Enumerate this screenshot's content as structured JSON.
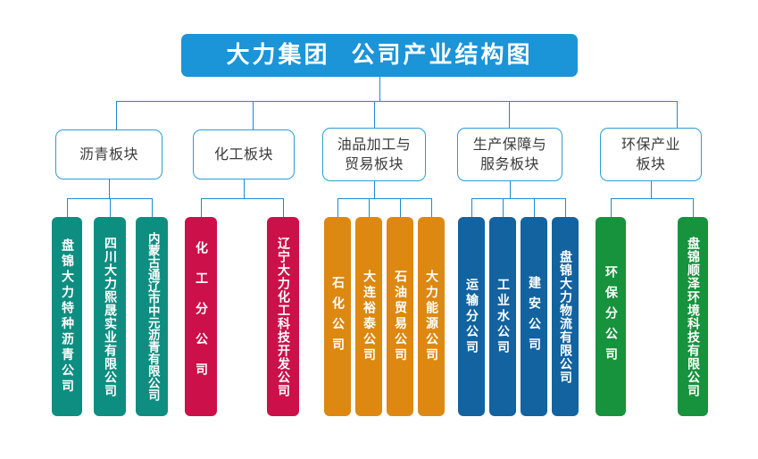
{
  "title": {
    "text": "大力集团  公司产业结构图",
    "bg_color": "#1b94d8",
    "text_color": "#ffffff"
  },
  "connector_color": "#1b8bd0",
  "level2": [
    {
      "label": "沥青板块",
      "name": "division-asphalt"
    },
    {
      "label": "化工板块",
      "name": "division-chemical"
    },
    {
      "label": "油品加工与\n贸易板块",
      "name": "division-oil-processing-trade"
    },
    {
      "label": "生产保障与\n服务板块",
      "name": "division-production-support-service"
    },
    {
      "label": "环保产业\n板块",
      "name": "division-environmental-industry"
    }
  ],
  "groups": [
    {
      "parent": "沥青板块",
      "color": "#0e8e81",
      "companies": [
        {
          "label": "盘锦大力特种沥青公司",
          "name": "company-panjin-dali-special-asphalt"
        },
        {
          "label": "四川大力熙晟实业有限公司",
          "name": "company-sichuan-dali-xisheng-industrial"
        },
        {
          "label": "内蒙古通辽市中元沥青有限公司",
          "name": "company-inner-mongolia-tongliao-zhongyuan-asphalt"
        }
      ]
    },
    {
      "parent": "化工板块",
      "color": "#cc1049",
      "companies": [
        {
          "label": "化工分公司",
          "name": "company-chemical-branch"
        },
        {
          "label": "辽宁大力化工科技开发公司",
          "name": "company-liaoning-dali-chemical-tech-development"
        }
      ]
    },
    {
      "parent": "油品加工与贸易板块",
      "color": "#dd8811",
      "companies": [
        {
          "label": "石化公司",
          "name": "company-petrochemical"
        },
        {
          "label": "大连裕泰公司",
          "name": "company-dalian-yutai"
        },
        {
          "label": "石油贸易公司",
          "name": "company-petroleum-trading"
        },
        {
          "label": "大力能源公司",
          "name": "company-dali-energy"
        }
      ]
    },
    {
      "parent": "生产保障与服务板块",
      "color": "#1263a0",
      "companies": [
        {
          "label": "运输分公司",
          "name": "company-transport-branch"
        },
        {
          "label": "工业水公司",
          "name": "company-industrial-water"
        },
        {
          "label": "建安公司",
          "name": "company-construction-installation"
        },
        {
          "label": "盘锦大力物流有限公司",
          "name": "company-panjin-dali-logistics"
        }
      ]
    },
    {
      "parent": "环保产业板块",
      "color": "#16933c",
      "companies": [
        {
          "label": "环保分公司",
          "name": "company-environmental-branch"
        },
        {
          "label": "盘锦顺泽环境科技有限公司",
          "name": "company-panjin-shunze-environmental-tech"
        }
      ]
    }
  ]
}
